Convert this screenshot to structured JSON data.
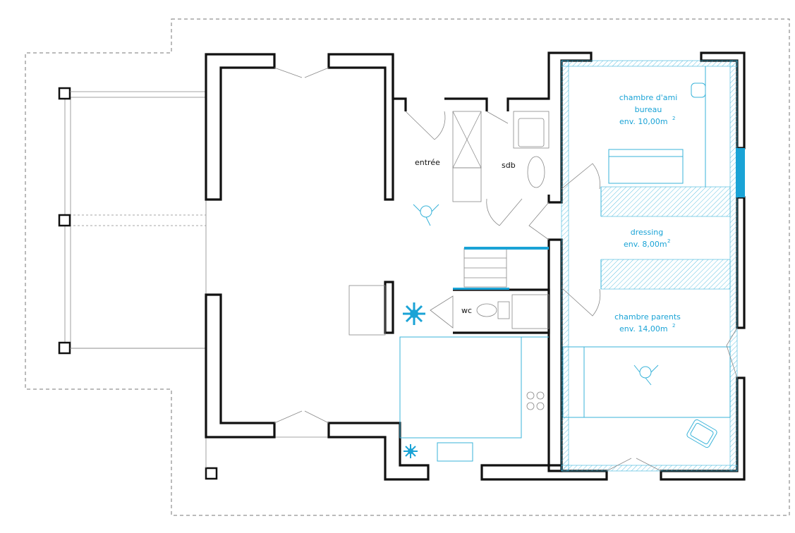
{
  "colors": {
    "wall": "#111111",
    "accent": "#1aa3d6",
    "outline": "#777777"
  },
  "rooms": {
    "entree": {
      "name": "entrée"
    },
    "sdb": {
      "name": "sdb"
    },
    "wc": {
      "name": "wc"
    },
    "chambre_ami": {
      "name_line1": "chambre d'ami",
      "name_line2": "bureau",
      "area": "env. 10,00m",
      "area_exp": "2"
    },
    "dressing": {
      "name": "dressing",
      "area": "env. 8,00m",
      "area_exp": "2"
    },
    "chambre_parents": {
      "name": "chambre parents",
      "area": "env. 14,00m",
      "area_exp": "2"
    }
  },
  "icons": [
    "plant-icon",
    "person-icon",
    "chair-icon",
    "stove-icon"
  ]
}
